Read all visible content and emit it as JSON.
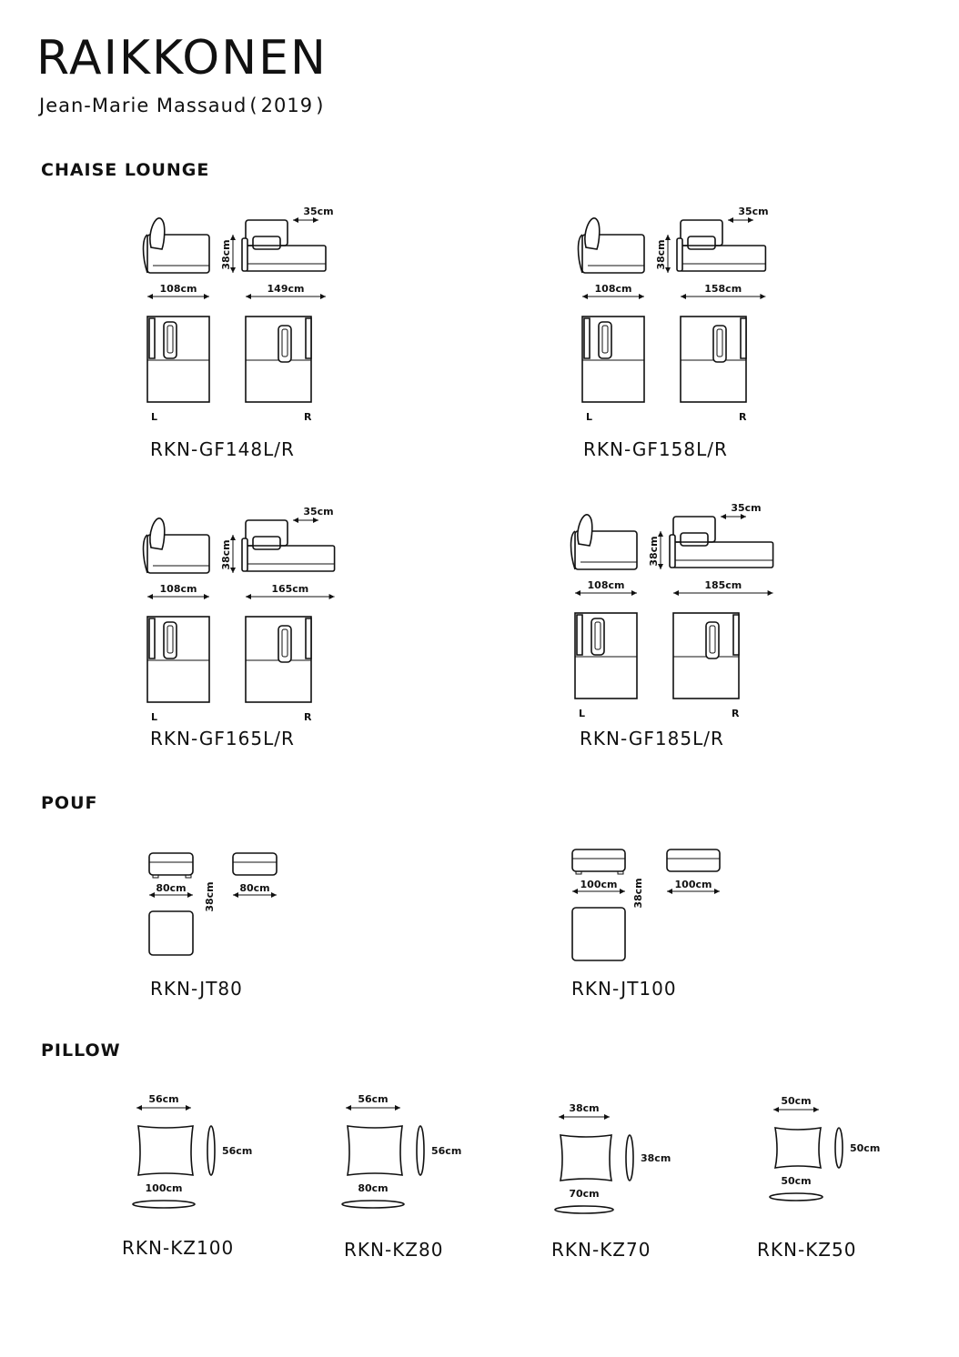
{
  "header": {
    "title": "RAIKKONEN",
    "subtitle": "Jean-Marie Massaud ( 2019 )"
  },
  "sections": {
    "chaise": "CHAISE LOUNGE",
    "pouf": "POUF",
    "pillow": "PILLOW"
  },
  "chaise_items": [
    {
      "code": "RKN-GF148L/R",
      "depth": "108cm",
      "width": "149cm",
      "height": "38cm",
      "arm": "35cm",
      "left": "L",
      "right": "R"
    },
    {
      "code": "RKN-GF158L/R",
      "depth": "108cm",
      "width": "158cm",
      "height": "38cm",
      "arm": "35cm",
      "left": "L",
      "right": "R"
    },
    {
      "code": "RKN-GF165L/R",
      "depth": "108cm",
      "width": "165cm",
      "height": "38cm",
      "arm": "35cm",
      "left": "L",
      "right": "R"
    },
    {
      "code": "RKN-GF185L/R",
      "depth": "108cm",
      "width": "185cm",
      "height": "38cm",
      "arm": "35cm",
      "left": "L",
      "right": "R"
    }
  ],
  "pouf_items": [
    {
      "code": "RKN-JT80",
      "front": "80cm",
      "side": "80cm",
      "height": "38cm"
    },
    {
      "code": "RKN-JT100",
      "front": "100cm",
      "side": "100cm",
      "height": "38cm"
    }
  ],
  "pillow_items": [
    {
      "code": "RKN-KZ100",
      "top": "56cm",
      "side": "56cm",
      "bottom": "100cm"
    },
    {
      "code": "RKN-KZ80",
      "top": "56cm",
      "side": "56cm",
      "bottom": "80cm"
    },
    {
      "code": "RKN-KZ70",
      "top": "38cm",
      "side": "38cm",
      "bottom": "70cm"
    },
    {
      "code": "RKN-KZ50",
      "top": "50cm",
      "side": "50cm",
      "bottom": "50cm"
    }
  ]
}
